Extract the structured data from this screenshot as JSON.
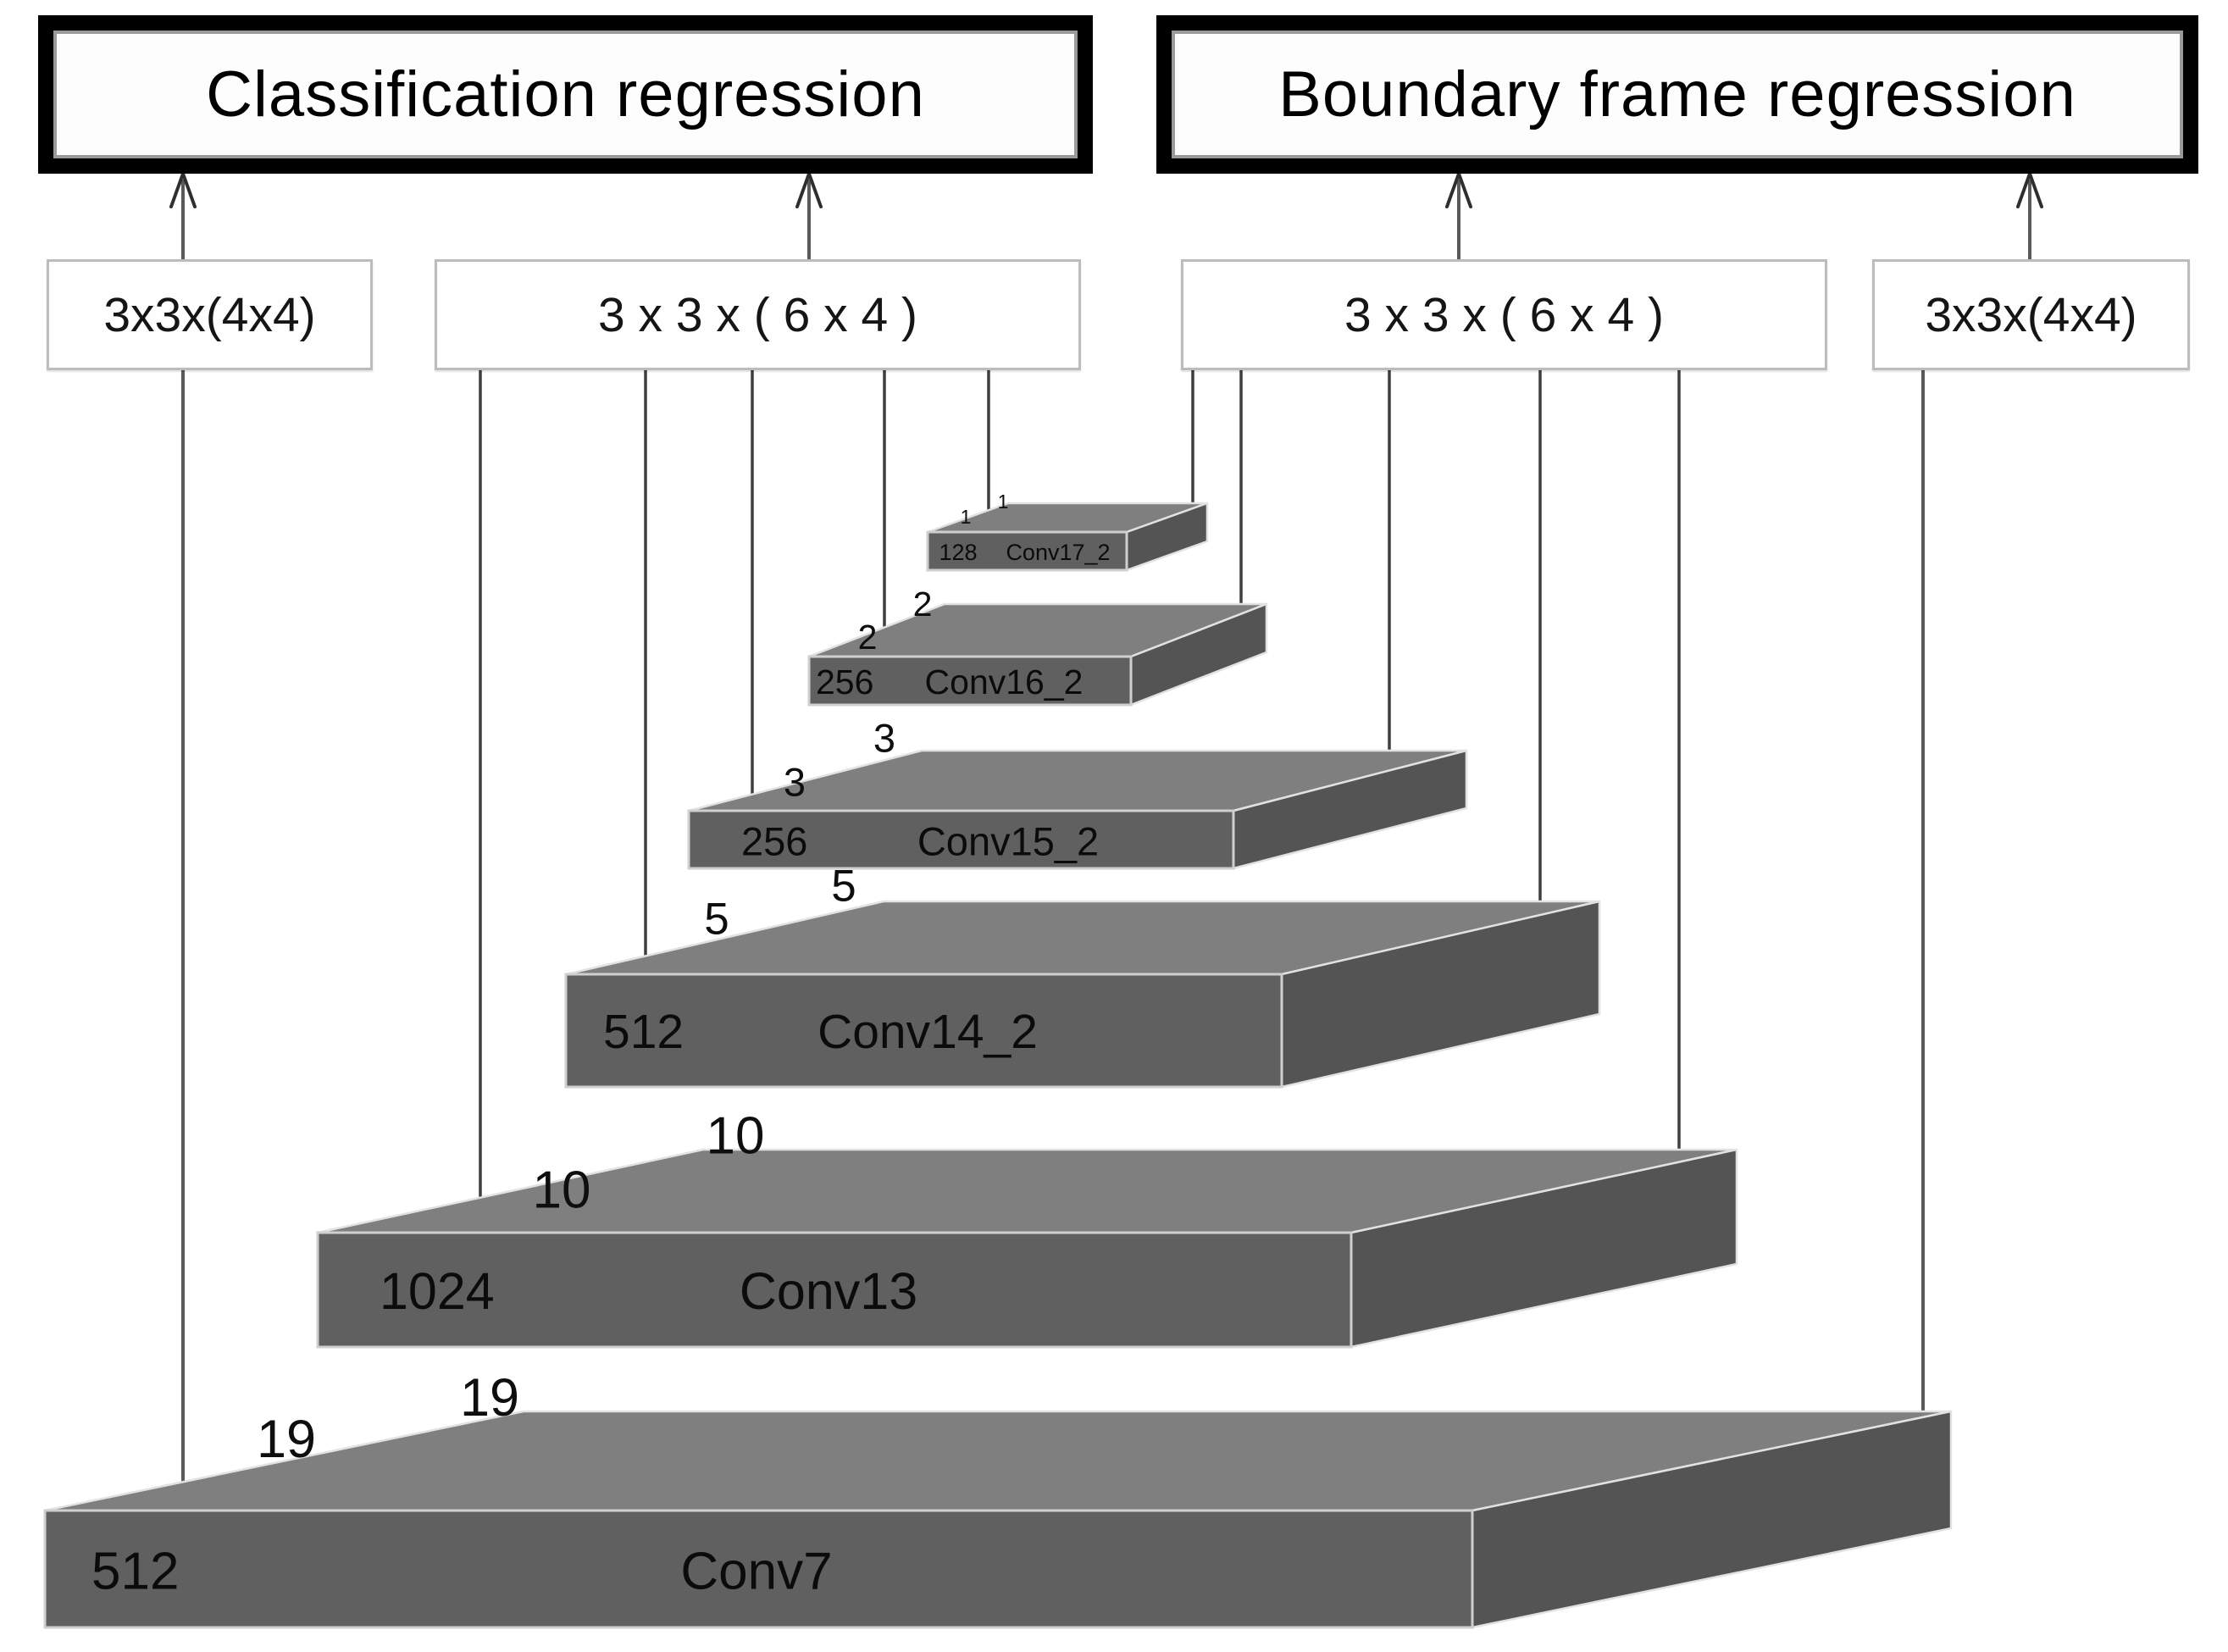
{
  "title_boxes": {
    "classification": "Classification regression",
    "boundary": "Boundary frame regression"
  },
  "kernel_boxes": {
    "left_4x4": "3x3x(4x4)",
    "left_6x4": "3 x 3 x ( 6 x 4 )",
    "right_6x4": "3 x 3 x ( 6 x 4 )",
    "right_4x4": "3x3x(4x4)"
  },
  "layers": [
    {
      "name": "Conv7",
      "channels": "512",
      "size": "19"
    },
    {
      "name": "Conv13",
      "channels": "1024",
      "size": "10"
    },
    {
      "name": "Conv14_2",
      "channels": "512",
      "size": "5"
    },
    {
      "name": "Conv15_2",
      "channels": "256",
      "size": "3"
    },
    {
      "name": "Conv16_2",
      "channels": "256",
      "size": "2"
    },
    {
      "name": "Conv17_2",
      "channels": "128",
      "size": "1"
    }
  ],
  "colors": {
    "slab_top": "#7f7f7f",
    "slab_front": "#606060",
    "slab_side": "#545454",
    "edge_highlight": "#e2e2e2",
    "connector_line": "#3f3f3f",
    "frame_border": "#000000"
  }
}
